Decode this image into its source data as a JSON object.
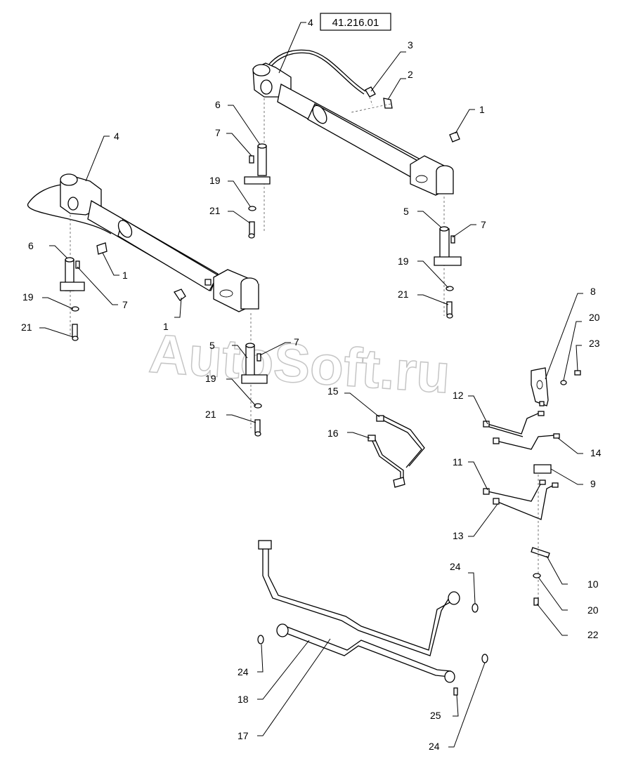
{
  "reference": "41.216.01",
  "watermark": "AutoSoft.ru",
  "callouts": [
    {
      "id": "c4a",
      "label": "4"
    },
    {
      "id": "c3",
      "label": "3"
    },
    {
      "id": "c2",
      "label": "2"
    },
    {
      "id": "c1a",
      "label": "1"
    },
    {
      "id": "c6a",
      "label": "6"
    },
    {
      "id": "c7a",
      "label": "7"
    },
    {
      "id": "c19a",
      "label": "19"
    },
    {
      "id": "c21a",
      "label": "21"
    },
    {
      "id": "c5a",
      "label": "5"
    },
    {
      "id": "c7b",
      "label": "7"
    },
    {
      "id": "c19b",
      "label": "19"
    },
    {
      "id": "c21b",
      "label": "21"
    },
    {
      "id": "c4b",
      "label": "4"
    },
    {
      "id": "c6b",
      "label": "6"
    },
    {
      "id": "c1b",
      "label": "1"
    },
    {
      "id": "c7c",
      "label": "7"
    },
    {
      "id": "c19c",
      "label": "19"
    },
    {
      "id": "c21c",
      "label": "21"
    },
    {
      "id": "c1c",
      "label": "1"
    },
    {
      "id": "c5b",
      "label": "5"
    },
    {
      "id": "c7d",
      "label": "7"
    },
    {
      "id": "c19d",
      "label": "19"
    },
    {
      "id": "c21d",
      "label": "21"
    },
    {
      "id": "c8",
      "label": "8"
    },
    {
      "id": "c20a",
      "label": "20"
    },
    {
      "id": "c23",
      "label": "23"
    },
    {
      "id": "c12",
      "label": "12"
    },
    {
      "id": "c15",
      "label": "15"
    },
    {
      "id": "c14",
      "label": "14"
    },
    {
      "id": "c16",
      "label": "16"
    },
    {
      "id": "c11",
      "label": "11"
    },
    {
      "id": "c9",
      "label": "9"
    },
    {
      "id": "c13",
      "label": "13"
    },
    {
      "id": "c24a",
      "label": "24"
    },
    {
      "id": "c10",
      "label": "10"
    },
    {
      "id": "c20b",
      "label": "20"
    },
    {
      "id": "c22",
      "label": "22"
    },
    {
      "id": "c24b",
      "label": "24"
    },
    {
      "id": "c18",
      "label": "18"
    },
    {
      "id": "c25",
      "label": "25"
    },
    {
      "id": "c17",
      "label": "17"
    },
    {
      "id": "c24c",
      "label": "24"
    }
  ]
}
